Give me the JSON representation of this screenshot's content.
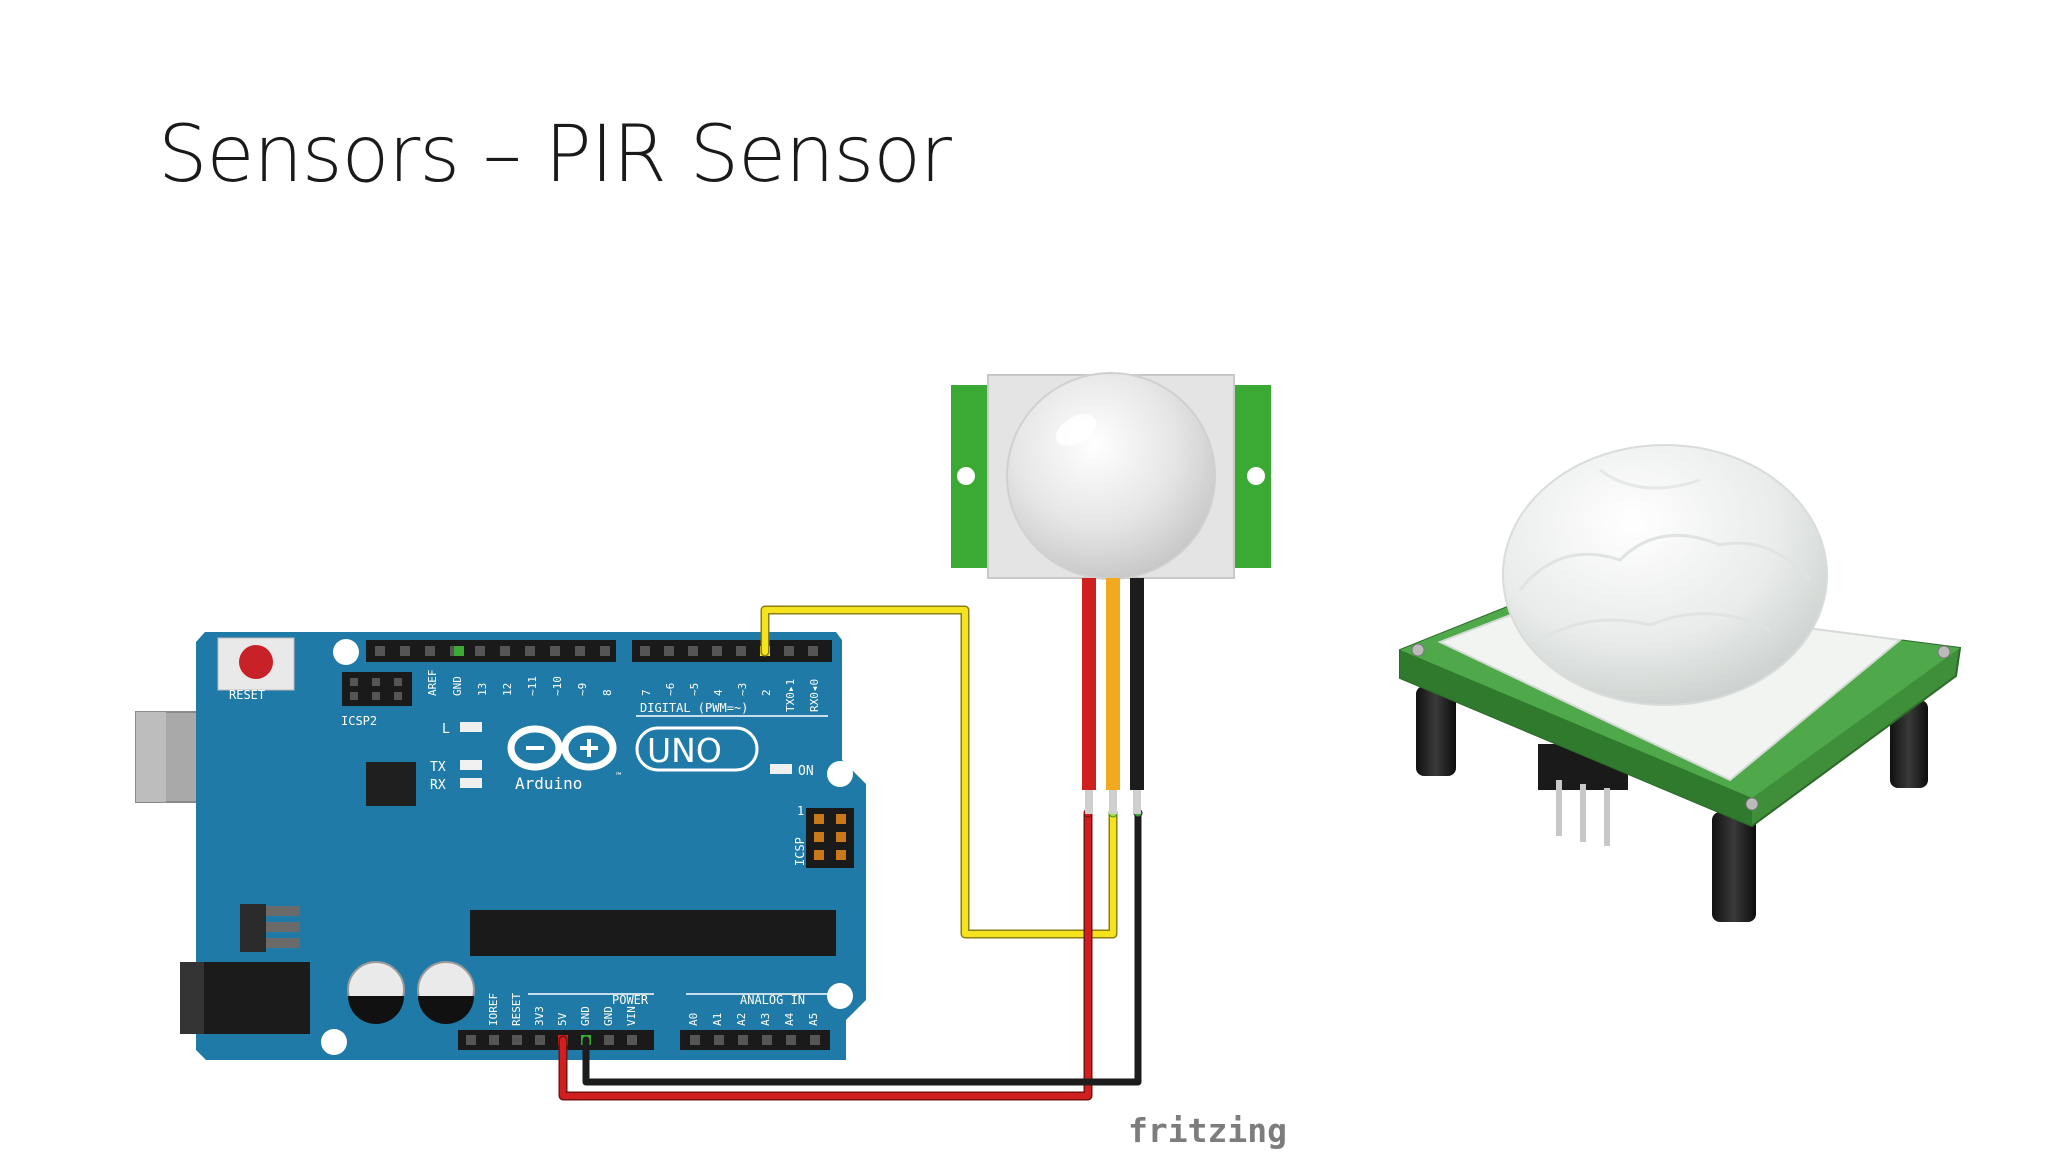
{
  "slide": {
    "title": "Sensors – PIR Sensor"
  },
  "arduino": {
    "brand": "Arduino",
    "trademark": "™",
    "model": "UNO",
    "reset_label": "RESET",
    "icsp2_label": "ICSP2",
    "icsp_label": "ICSP",
    "icsp_pin_one": "1",
    "led_l": "L",
    "led_tx": "TX",
    "led_rx": "RX",
    "led_on": "ON",
    "digital_header": "DIGITAL (PWM=~)",
    "digital_pins": [
      "AREF",
      "GND",
      "13",
      "12",
      "~11",
      "~10",
      "~9",
      "8",
      "7",
      "~6",
      "~5",
      "4",
      "~3",
      "2",
      "TX0▸1",
      "RX0◂0"
    ],
    "power_header": "POWER",
    "power_pins": [
      "IOREF",
      "RESET",
      "3V3",
      "5V",
      "GND",
      "GND",
      "VIN"
    ],
    "analog_header": "ANALOG IN",
    "analog_pins": [
      "A0",
      "A1",
      "A2",
      "A3",
      "A4",
      "A5"
    ]
  },
  "footer": {
    "credit": "fritzing"
  },
  "colors": {
    "board": "#1f7aa8",
    "board_dark": "#15618a",
    "wire_signal": "#f4e31d",
    "wire_vcc": "#cf1f1f",
    "wire_gnd": "#1c1c1c",
    "sensor_pcb": "#3aaa35",
    "pin_orange": "#f2a91e"
  }
}
